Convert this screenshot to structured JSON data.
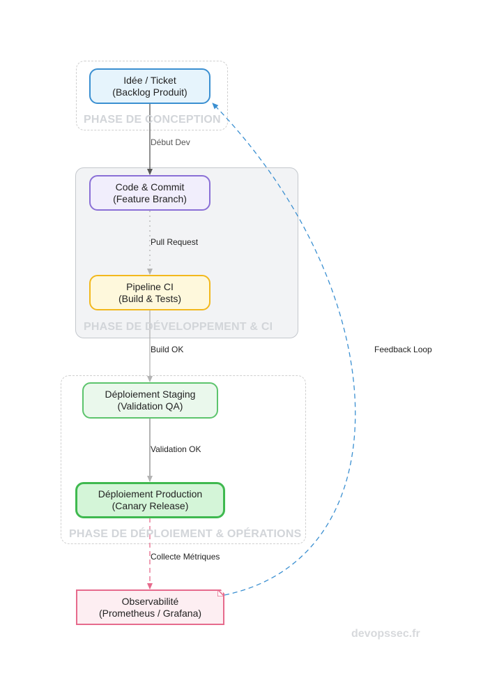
{
  "phases": {
    "conception": {
      "label": "PHASE DE CONCEPTION"
    },
    "developpement": {
      "label": "PHASE DE DÉVELOPPEMENT & CI"
    },
    "deploiement": {
      "label": "PHASE DE DÉPLOIEMENT & OPÉRATIONS"
    }
  },
  "nodes": {
    "idee": {
      "line1": "Idée / Ticket",
      "line2": "(Backlog Produit)",
      "border": "#3a8fd1",
      "fill": "#e6f4fc"
    },
    "code": {
      "line1": "Code & Commit",
      "line2": "(Feature Branch)",
      "border": "#8a6fd6",
      "fill": "#f1eefc"
    },
    "pipeline": {
      "line1": "Pipeline CI",
      "line2": "(Build & Tests)",
      "border": "#f2b81c",
      "fill": "#fef8dc"
    },
    "staging": {
      "line1": "Déploiement Staging",
      "line2": "(Validation QA)",
      "border": "#5cc46c",
      "fill": "#eaf8ec"
    },
    "production": {
      "line1": "Déploiement Production",
      "line2": "(Canary Release)",
      "border": "#3fb94f",
      "fill": "#d4f5d8"
    },
    "observabilite": {
      "line1": "Observabilité",
      "line2": "(Prometheus / Grafana)",
      "border": "#e66a8c",
      "fill": "#fdeef2"
    }
  },
  "edges": {
    "debut_dev": "Début Dev",
    "pull_request": "Pull Request",
    "build_ok": "Build OK",
    "validation_ok": "Validation OK",
    "collecte_metriques": "Collecte Métriques",
    "feedback_loop": "Feedback Loop"
  },
  "watermark": "devopssec.fr"
}
